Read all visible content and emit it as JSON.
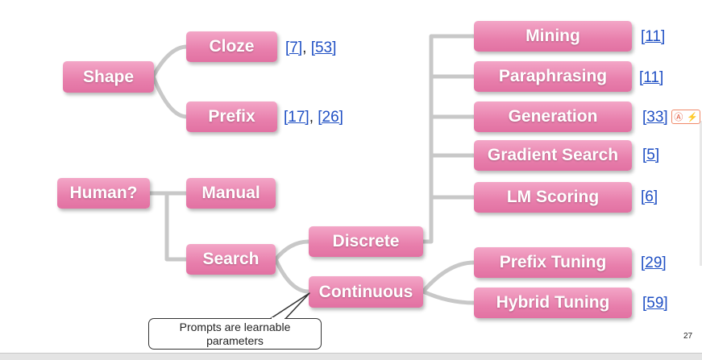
{
  "nodes": {
    "shape": "Shape",
    "cloze": "Cloze",
    "prefix": "Prefix",
    "human": "Human?",
    "manual": "Manual",
    "search": "Search",
    "discrete": "Discrete",
    "continuous": "Continuous",
    "mining": "Mining",
    "paraphrasing": "Paraphrasing",
    "generation": "Generation",
    "gradient_search": "Gradient Search",
    "lm_scoring": "LM Scoring",
    "prefix_tuning": "Prefix Tuning",
    "hybrid_tuning": "Hybrid Tuning"
  },
  "refs": {
    "cloze": [
      "[7]",
      "[53]"
    ],
    "prefix": [
      "[17]",
      "[26]"
    ],
    "mining": "[11]",
    "paraphrasing": "[11]",
    "generation": "[33]",
    "gradient_search": "[5]",
    "lm_scoring": "[6]",
    "prefix_tuning": "[29]",
    "hybrid_tuning": "[59]",
    "separator": ", "
  },
  "callout": {
    "line1": "Prompts are learnable",
    "line2": "parameters"
  },
  "page_number": "27",
  "side_widget": {
    "icon_a": "Ⓐ",
    "icon_b": "⚡"
  },
  "colors": {
    "node_pink": "#e87fac",
    "connector_gray": "#c8c8c8",
    "link_blue": "#1f4fc4"
  }
}
